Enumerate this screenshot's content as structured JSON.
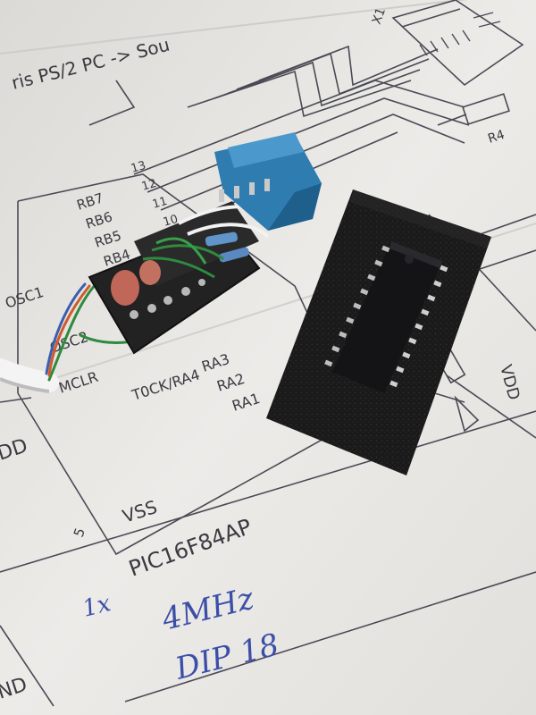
{
  "schematic": {
    "title_fragment": "ris PS/2 PC -> Sou",
    "chip_name": "PIC16F84AP",
    "pin_numbers": [
      "13",
      "12",
      "11",
      "10",
      "5"
    ],
    "connector_label": "X1",
    "resistor_label": "R4",
    "vdd_label": "VDD",
    "left_pins": [
      "RB7",
      "RB6",
      "RB5",
      "RB4"
    ],
    "osc1": "OSC1",
    "osc2": "OSC2",
    "mclr": "MCLR",
    "t0ck": "T0CK/RA4",
    "ra3": "RA3",
    "ra2": "RA2",
    "ra1": "RA1",
    "vss": "VSS",
    "left_vdd_fragment": "DD",
    "left_gnd_fragment": "ND"
  },
  "handwriting": {
    "quantity": "1x",
    "frequency": "4MHz",
    "package": "DIP 18"
  },
  "colors": {
    "paper": "#e9e7e4",
    "line": "#4a4a55",
    "foam": "#1b1b1b",
    "chip": "#141416",
    "pins": "#c9c9c9",
    "connector": "#2f7db0",
    "ink": "#3b4fa8"
  }
}
